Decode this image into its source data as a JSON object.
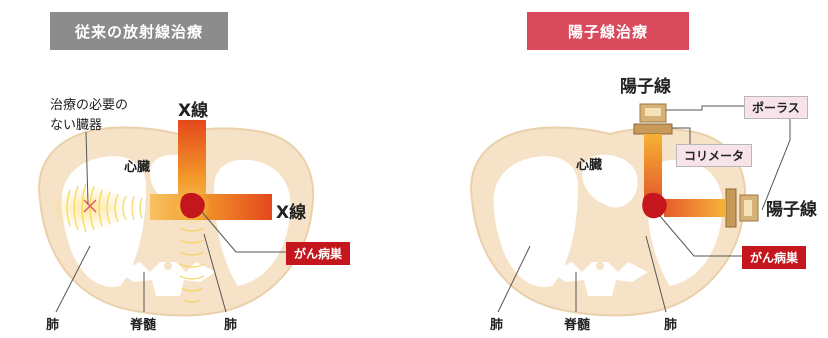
{
  "left_panel": {
    "title": "従来の放射線治療",
    "xray_top": "X線",
    "xray_right": "X線",
    "note_line1": "治療の必要の",
    "note_line2": "ない臓器",
    "heart": "心臓",
    "cancer": "がん病巣",
    "lung_left": "肺",
    "lung_right": "肺",
    "spine": "脊髄"
  },
  "right_panel": {
    "title": "陽子線治療",
    "proton_top": "陽子線",
    "proton_right": "陽子線",
    "porous": "ポーラス",
    "collimator": "コリメータ",
    "heart": "心臓",
    "cancer": "がん病巣",
    "lung_left": "肺",
    "lung_right": "肺",
    "spine": "脊髄"
  },
  "colors": {
    "body_fill": "#f6e2c6",
    "body_stroke": "#e8c9a0",
    "beam_orange": "#f08a1d",
    "tumor_red": "#c4161c",
    "title_gray": "#8c8c8c",
    "title_pink": "#d94a5c"
  }
}
